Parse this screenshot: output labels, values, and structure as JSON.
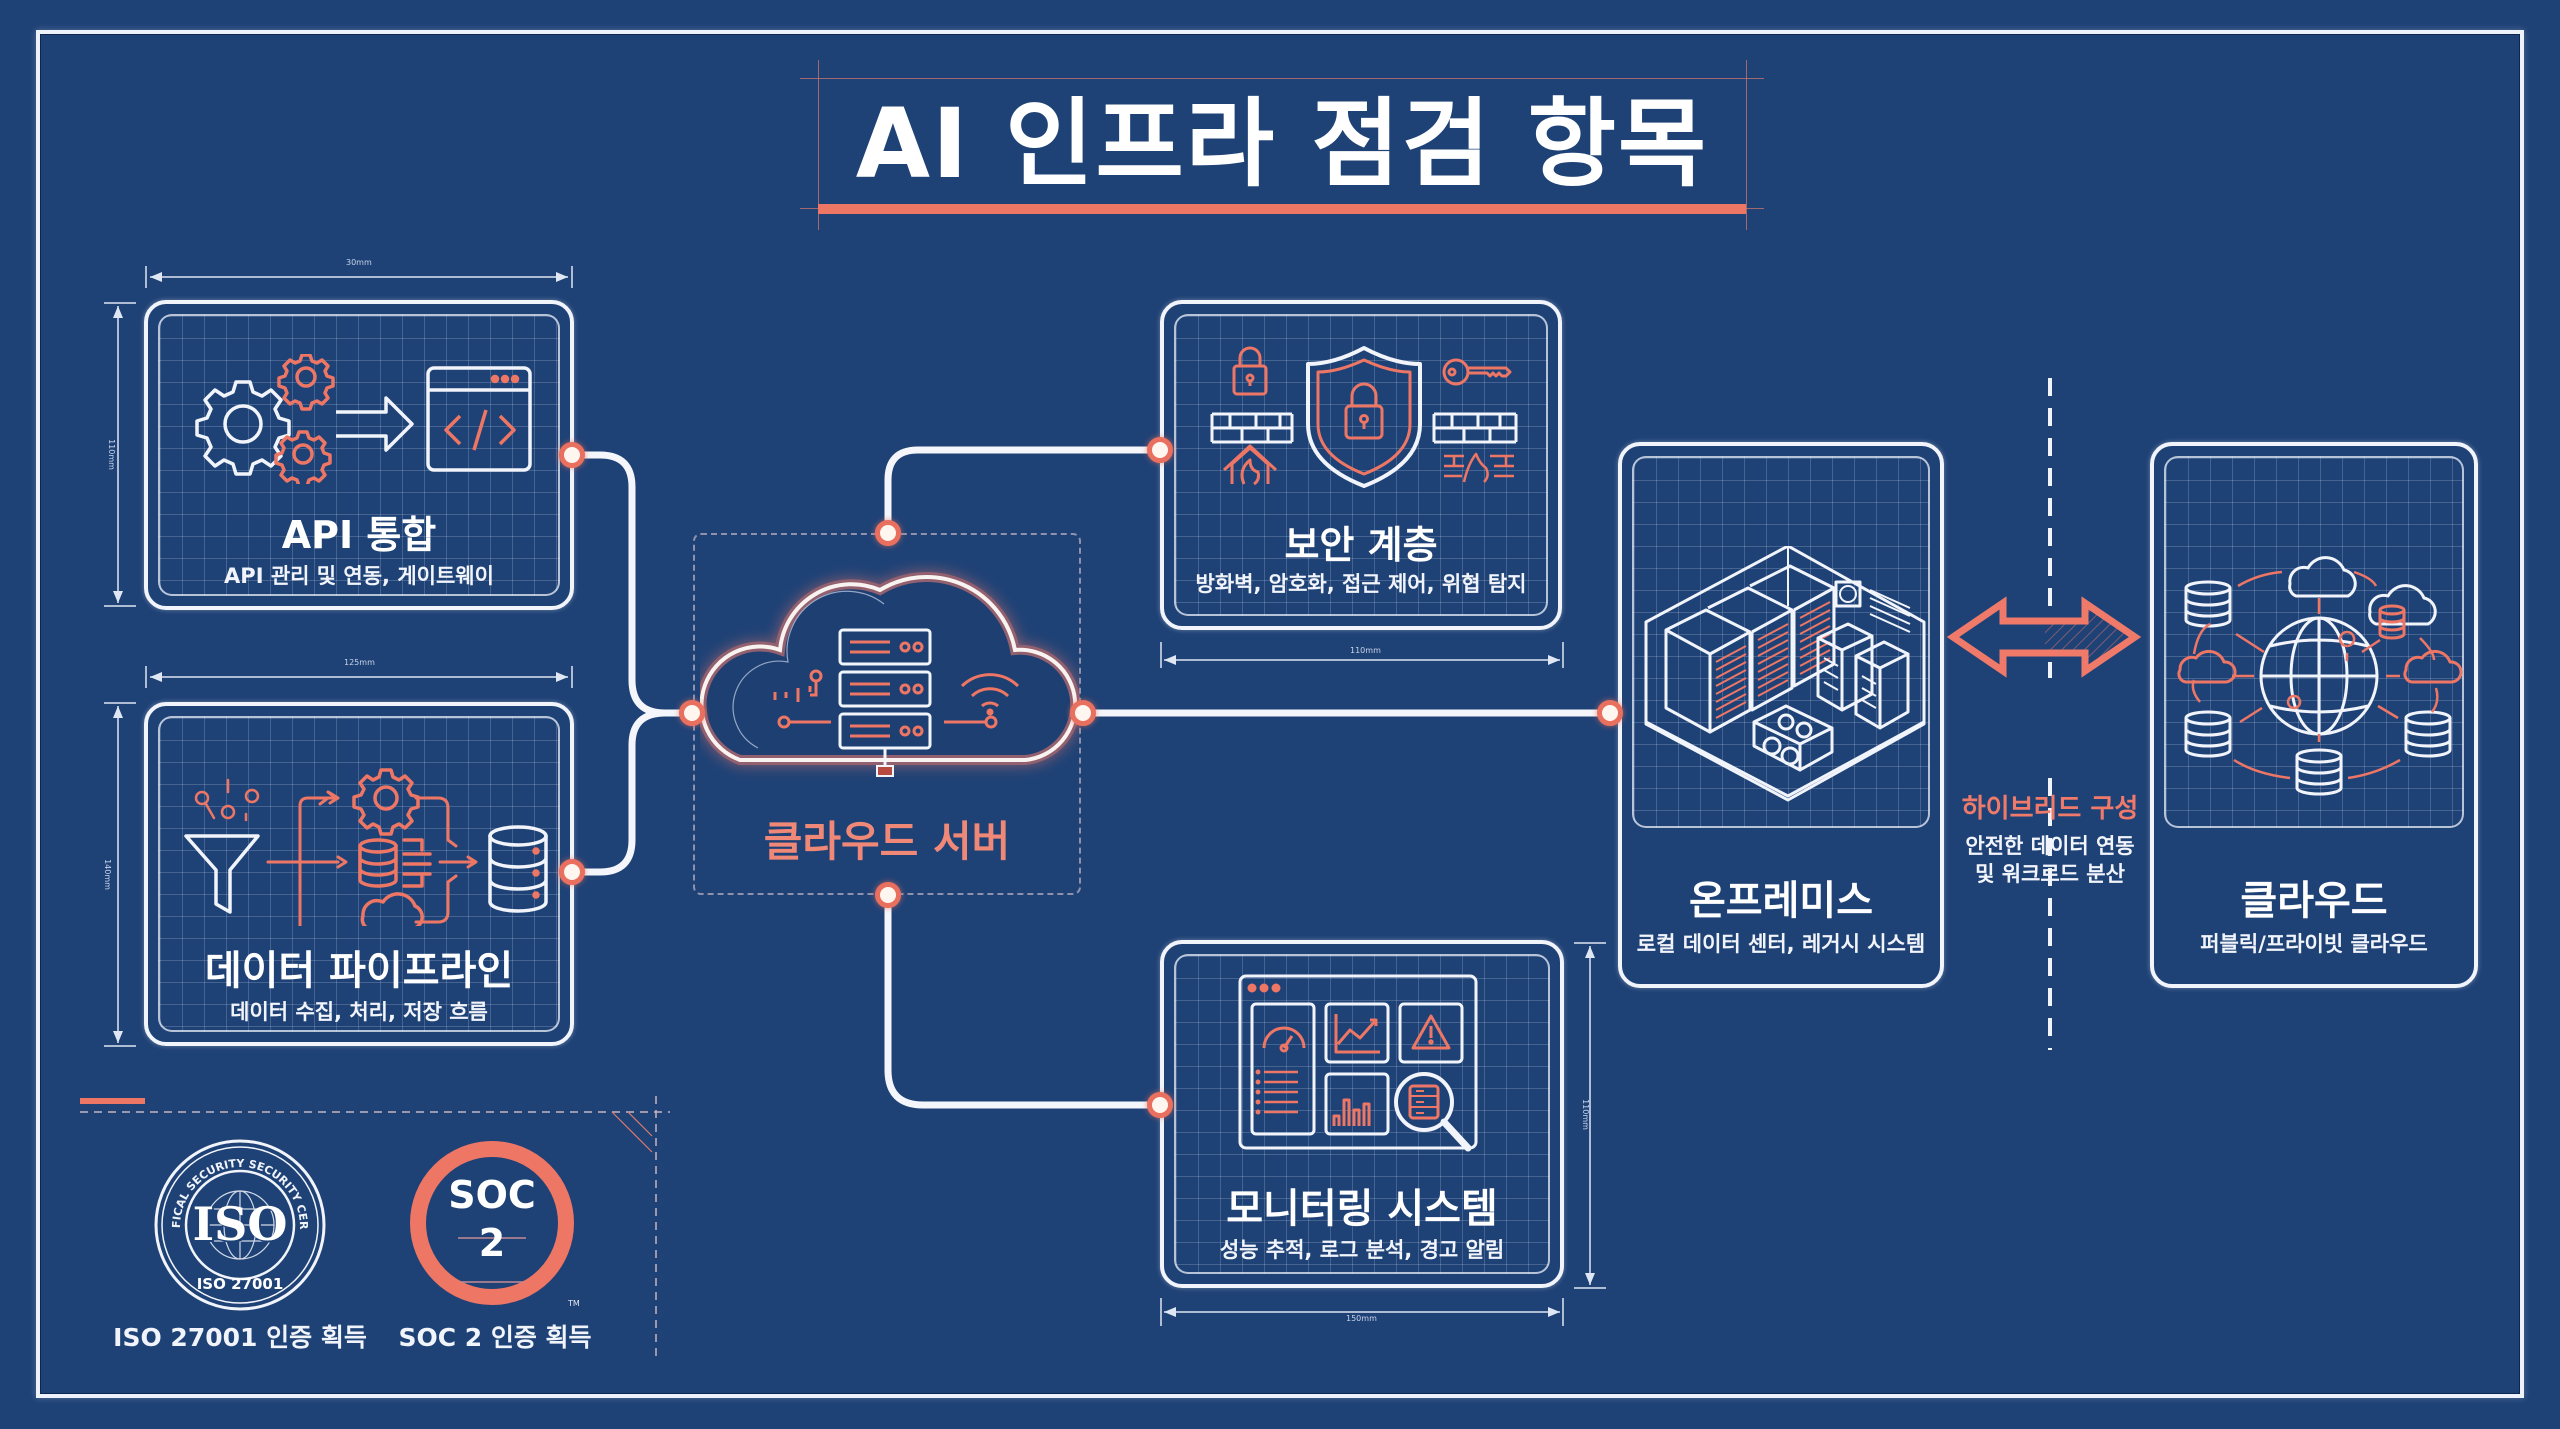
{
  "title": "AI 인프라 점검 항목",
  "colors": {
    "background": "#1f4276",
    "line": "#f1f4fb",
    "accent": "#ee7665",
    "accent_text": "#f08878"
  },
  "cards": {
    "api": {
      "title": "API 통합",
      "subtitle": "API 관리 및 연동, 게이트웨이",
      "icons": [
        "gears-icon",
        "arrow-right-icon",
        "code-window-icon"
      ]
    },
    "pipeline": {
      "title": "데이터 파이프라인",
      "subtitle": "데이터 수집, 처리, 저장 흐름",
      "icons": [
        "funnel-icon",
        "gear-icon",
        "database-icon",
        "cloud-icon",
        "database-icon"
      ]
    },
    "security": {
      "title": "보안 계층",
      "subtitle": "방화벽, 암호화, 접근 제어, 위협 탐지",
      "icons": [
        "padlock-icon",
        "key-icon",
        "firewall-icon",
        "shield-lock-icon",
        "fire-icon"
      ]
    },
    "monitoring": {
      "title": "모니터링 시스템",
      "subtitle": "성능 추적, 로그 분석, 경고 알림",
      "icons": [
        "dashboard-window-icon",
        "gauge-icon",
        "line-chart-icon",
        "warning-icon",
        "bar-chart-icon",
        "magnifier-icon"
      ]
    },
    "onprem": {
      "title": "온프레미스",
      "subtitle": "로컬 데이터 센터, 레거시 시스템",
      "icons": [
        "server-room-icon"
      ]
    },
    "cloud": {
      "title": "클라우드",
      "subtitle": "퍼블릭/프라이빗 클라우드",
      "icons": [
        "globe-icon",
        "database-icon",
        "cloud-icon"
      ]
    }
  },
  "hub": {
    "label": "클라우드 서버",
    "icons": [
      "cloud-server-icon",
      "server-rack-icon",
      "wifi-icon"
    ]
  },
  "hybrid": {
    "title": "하이브리드 구성",
    "subtitle_line1": "안전한 데이터 연동",
    "subtitle_line2": "및 워크로드 분산"
  },
  "certifications": [
    {
      "badge_main": "ISO",
      "badge_ring_text": "CERTIFICAL SECURITY SECURITY CERATON",
      "badge_bottom": "ISO 27001",
      "label": "ISO 27001 인증 획득"
    },
    {
      "badge_main": "SOC",
      "badge_number": "2",
      "badge_tm": "TM",
      "label": "SOC 2 인증 획득"
    }
  ],
  "dimension_marks": {
    "api_width": "30mm",
    "api_height": "110mm",
    "pipeline_width": "125mm",
    "pipeline_height": "140mm",
    "security_width": "110mm",
    "monitoring_width": "150mm",
    "monitoring_height": "110mm"
  }
}
